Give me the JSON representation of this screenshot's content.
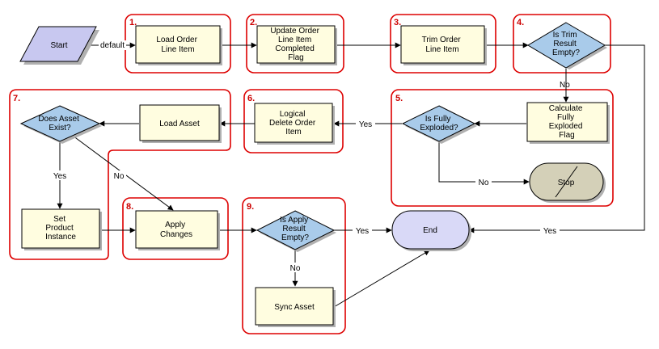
{
  "nodes": {
    "start": "Start",
    "load_order_line_item": [
      "Load Order",
      "Line Item"
    ],
    "update_flag": [
      "Update Order",
      "Line Item",
      "Completed",
      "Flag"
    ],
    "trim_order_line_item": [
      "Trim Order",
      "Line Item"
    ],
    "is_trim_result_empty": [
      "Is Trim",
      "Result",
      "Empty?"
    ],
    "calculate_fully_exploded_flag": [
      "Calculate",
      "Fully",
      "Exploded",
      "Flag"
    ],
    "is_fully_exploded": [
      "Is Fully",
      "Exploded?"
    ],
    "stop": "Stop",
    "logical_delete": [
      "Logical",
      "Delete Order",
      "Item"
    ],
    "load_asset": "Load Asset",
    "does_asset_exist": [
      "Does Asset",
      "Exist?"
    ],
    "set_product_instance": [
      "Set",
      "Product",
      "Instance"
    ],
    "apply_changes": [
      "Apply",
      "Changes"
    ],
    "is_apply_result_empty": [
      "Is Apply",
      "Result",
      "Empty?"
    ],
    "sync_asset": "Sync Asset",
    "end": "End"
  },
  "regions": [
    "1.",
    "2.",
    "3.",
    "4.",
    "5.",
    "6.",
    "7.",
    "8.",
    "9."
  ],
  "edge_labels": {
    "default": "default",
    "trim_no": "No",
    "exploded_yes": "Yes",
    "exploded_no": "No",
    "asset_yes": "Yes",
    "asset_no": "No",
    "apply_yes": "Yes",
    "apply_no": "No",
    "trim_yes": "Yes"
  },
  "colors": {
    "region_outline": "#dd0000",
    "box_fill": "#fffde0",
    "decision_fill": "#a9cbea",
    "terminal_fill": "#d9d9f7",
    "stop_fill": "#d4d0b8"
  }
}
